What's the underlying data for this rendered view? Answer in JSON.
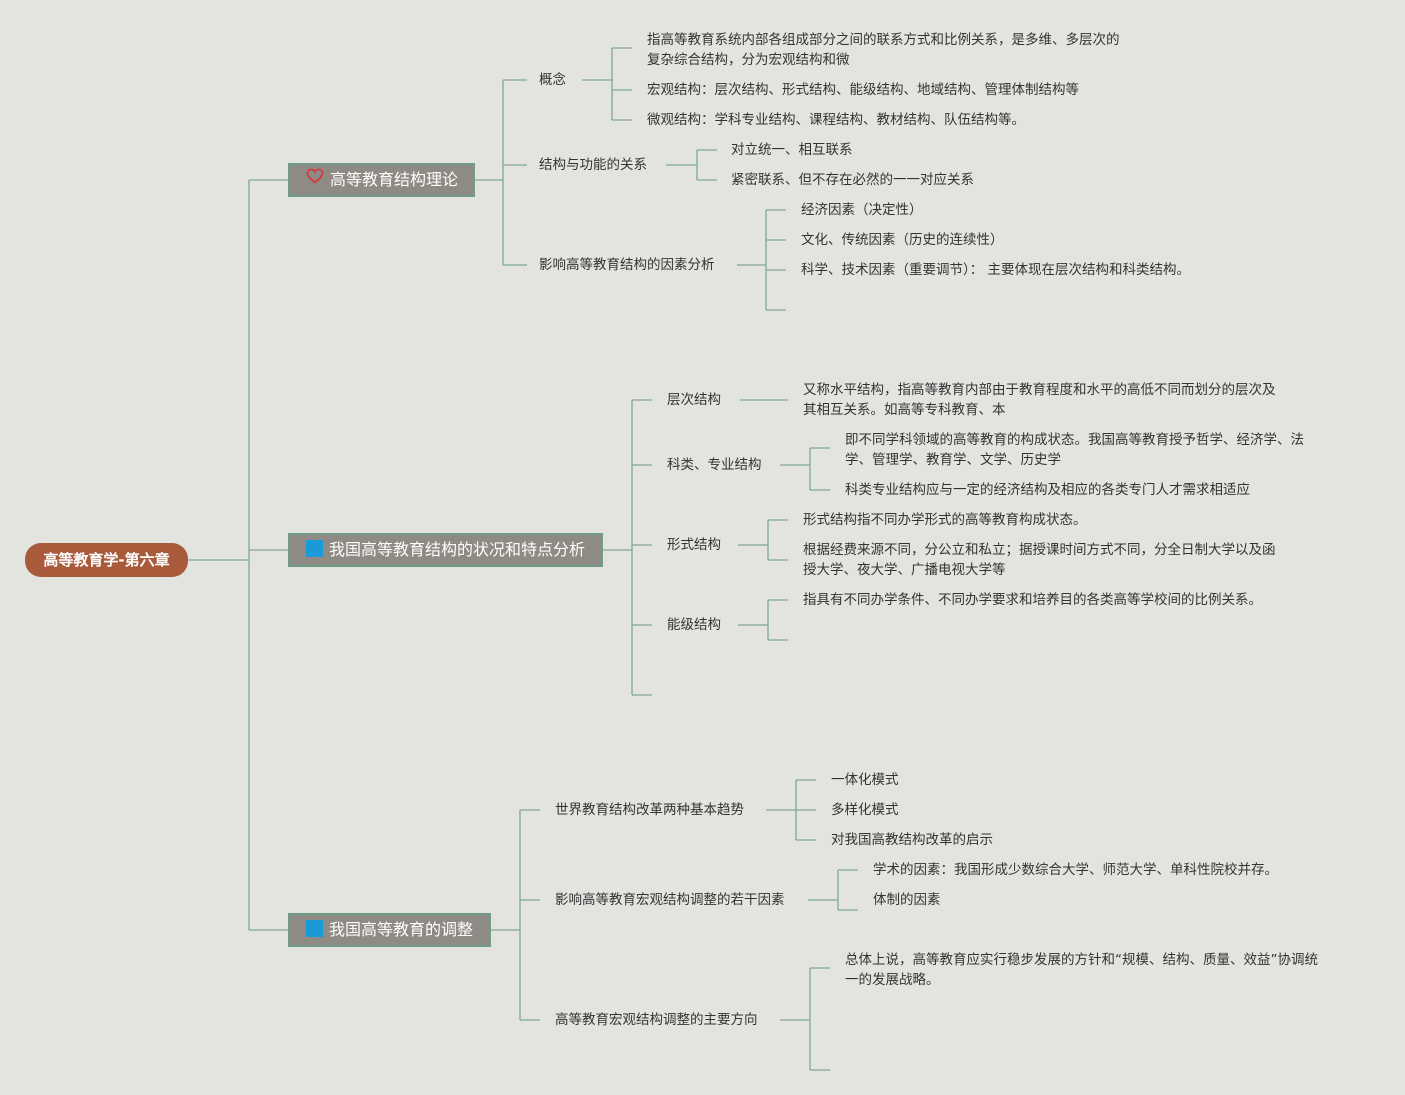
{
  "root": {
    "label": "高等教育学-第六章",
    "color": "#a85a3b"
  },
  "line_color": "#7ea898",
  "branches": [
    {
      "label": "高等教育结构理论",
      "icon": "heart-icon",
      "icon_color": "#d9383f",
      "children": [
        {
          "label": "概念",
          "items": [
            "指高等教育系统内部各组成部分之间的联系方式和比例关系，是多维、多层次的",
            "复杂综合结构，分为宏观结构和微",
            "宏观结构：层次结构、形式结构、能级结构、地域结构、管理体制结构等",
            "微观结构：学科专业结构、课程结构、教材结构、队伍结构等。"
          ]
        },
        {
          "label": "结构与功能的关系",
          "items": [
            "对立统一、相互联系",
            "紧密联系、但不存在必然的一一对应关系"
          ]
        },
        {
          "label": "影响高等教育结构的因素分析",
          "items": [
            "经济因素（决定性）",
            "文化、传统因素（历史的连续性）",
            "科学、技术因素（重要调节）： 主要体现在层次结构和科类结构。"
          ]
        }
      ]
    },
    {
      "label": "我国高等教育结构的状况和特点分析",
      "icon": "square-icon",
      "icon_color": "#1a9ad6",
      "children": [
        {
          "label": "层次结构",
          "items": [
            "又称水平结构，指高等教育内部由于教育程度和水平的高低不同而划分的层次及",
            "其相互关系。如高等专科教育、本"
          ]
        },
        {
          "label": "科类、专业结构",
          "items": [
            "即不同学科领域的高等教育的构成状态。我国高等教育授予哲学、经济学、法",
            "学、管理学、教育学、文学、历史学",
            "科类专业结构应与一定的经济结构及相应的各类专门人才需求相适应"
          ]
        },
        {
          "label": "形式结构",
          "items": [
            "形式结构指不同办学形式的高等教育构成状态。",
            "根据经费来源不同，分公立和私立；据授课时间方式不同，分全日制大学以及函",
            "授大学、夜大学、广播电视大学等"
          ]
        },
        {
          "label": "能级结构",
          "items": [
            "指具有不同办学条件、不同办学要求和培养目的各类高等学校间的比例关系。"
          ]
        }
      ]
    },
    {
      "label": "我国高等教育的调整",
      "icon": "square-icon",
      "icon_color": "#1a9ad6",
      "children": [
        {
          "label": "世界教育结构改革两种基本趋势",
          "items": [
            "一体化模式",
            "多样化模式",
            "对我国高教结构改革的启示"
          ]
        },
        {
          "label": "影响高等教育宏观结构调整的若干因素",
          "items": [
            "学术的因素：我国形成少数综合大学、师范大学、单科性院校并存。",
            "体制的因素"
          ]
        },
        {
          "label": "高等教育宏观结构调整的主要方向",
          "items": [
            "总体上说，高等教育应实行稳步发展的方针和“规模、结构、质量、效益”协调统",
            "一的发展战略。"
          ]
        }
      ]
    }
  ]
}
